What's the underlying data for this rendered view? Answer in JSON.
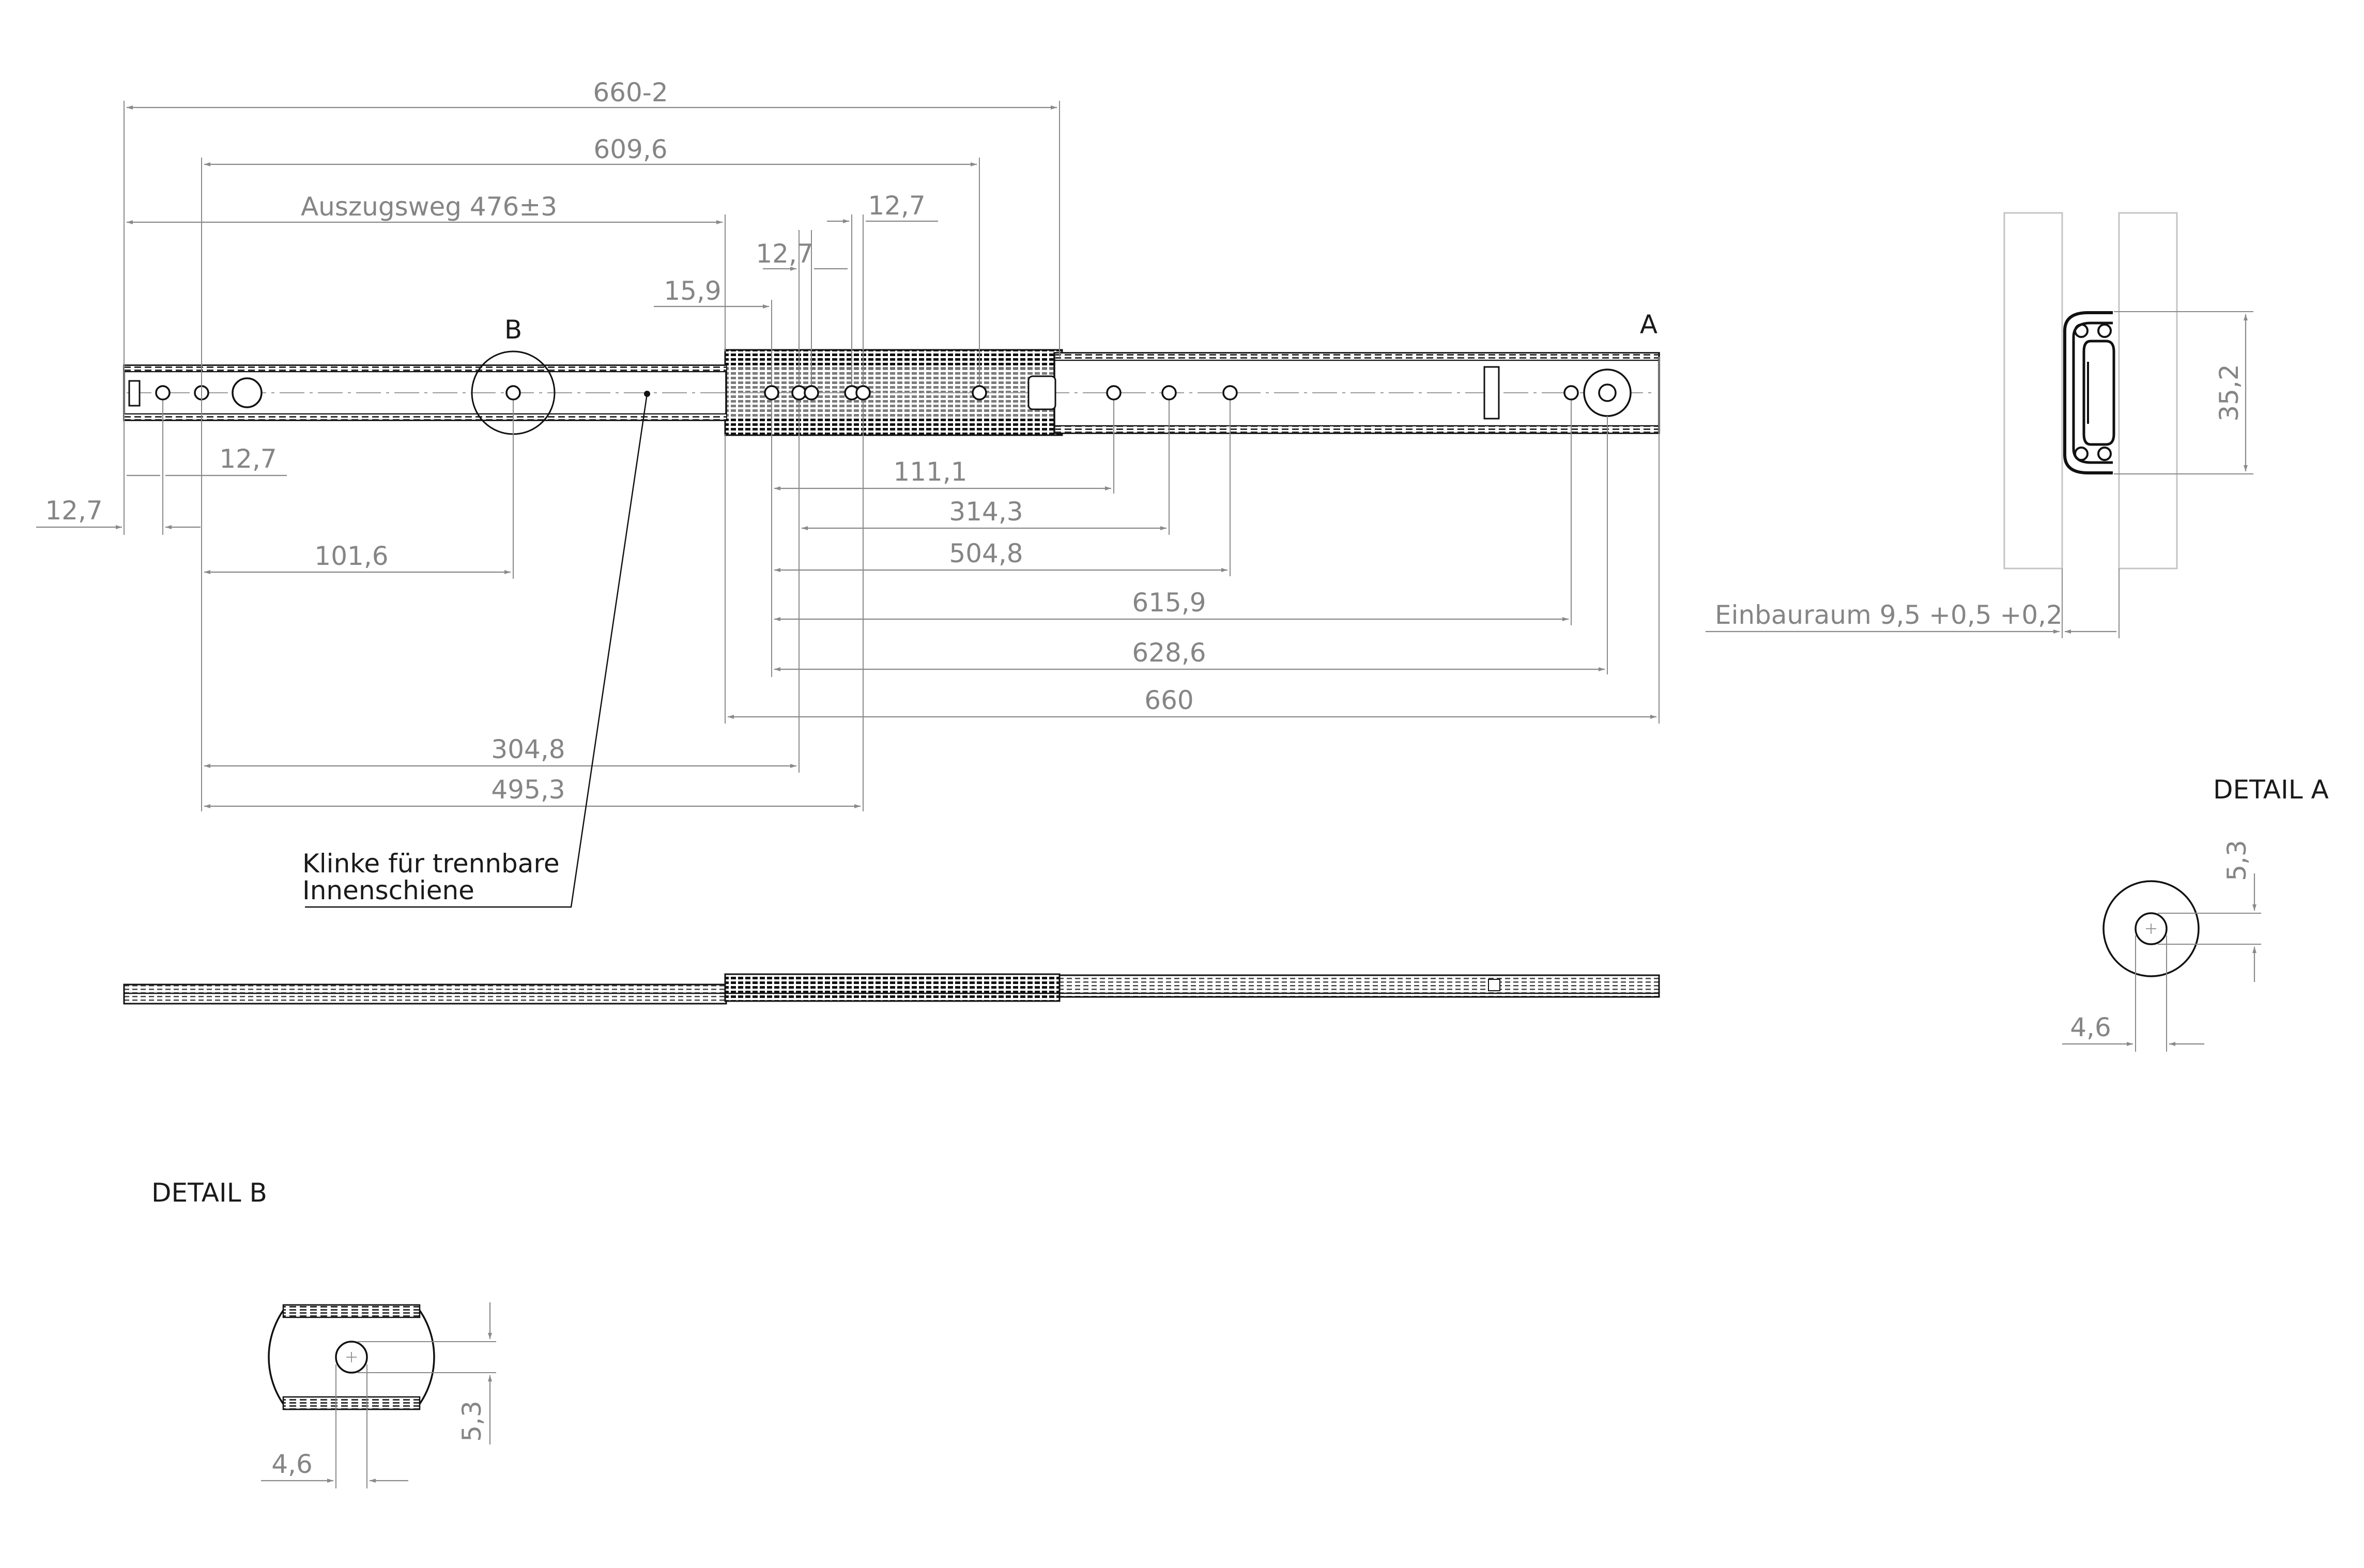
{
  "labels": {
    "detail_a_marker": "A",
    "detail_b_marker": "B",
    "detail_a_title": "DETAIL A",
    "detail_b_title": "DETAIL B",
    "note_line1": "Klinke für trennbare",
    "note_line2": "Innenschiene"
  },
  "dimensions": {
    "overall_closed": "660-2",
    "hole_span": "609,6",
    "travel": "Auszugsweg 476±3",
    "pitch_a": "12,7",
    "pitch_b": "12,7",
    "offset_15_9": "15,9",
    "inner_12_7": "12,7",
    "edge_12_7": "12,7",
    "d_101_6": "101,6",
    "d_111_1": "111,1",
    "d_314_3": "314,3",
    "d_504_8": "504,8",
    "d_615_9": "615,9",
    "d_628_6": "628,6",
    "d_660": "660",
    "d_304_8": "304,8",
    "d_495_3": "495,3",
    "height_35_2": "35,2",
    "install_space": "Einbauraum 9,5 +0,5 +0,2",
    "detail_a_width": "4,6",
    "detail_a_height": "5,3",
    "detail_b_width": "4,6",
    "detail_b_height": "5,3"
  }
}
